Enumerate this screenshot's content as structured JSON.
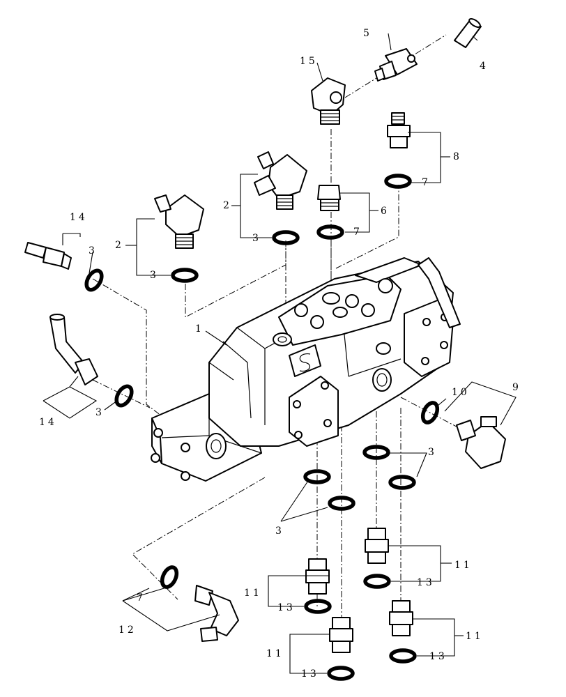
{
  "callouts": [
    {
      "id": "lbl-1",
      "text": "1"
    },
    {
      "id": "lbl-2a",
      "text": "2"
    },
    {
      "id": "lbl-2b",
      "text": "2"
    },
    {
      "id": "lbl-3a",
      "text": "3"
    },
    {
      "id": "lbl-3b",
      "text": "3"
    },
    {
      "id": "lbl-3c",
      "text": "3"
    },
    {
      "id": "lbl-3d",
      "text": "3"
    },
    {
      "id": "lbl-3e",
      "text": "3"
    },
    {
      "id": "lbl-3f",
      "text": "3"
    },
    {
      "id": "lbl-4",
      "text": "4"
    },
    {
      "id": "lbl-5",
      "text": "5"
    },
    {
      "id": "lbl-6",
      "text": "6"
    },
    {
      "id": "lbl-7a",
      "text": "7"
    },
    {
      "id": "lbl-7b",
      "text": "7"
    },
    {
      "id": "lbl-7c",
      "text": "7"
    },
    {
      "id": "lbl-8",
      "text": "8"
    },
    {
      "id": "lbl-9",
      "text": "9"
    },
    {
      "id": "lbl-10",
      "text": "10"
    },
    {
      "id": "lbl-11a",
      "text": "11"
    },
    {
      "id": "lbl-11b",
      "text": "11"
    },
    {
      "id": "lbl-11c",
      "text": "11"
    },
    {
      "id": "lbl-11d",
      "text": "11"
    },
    {
      "id": "lbl-12",
      "text": "12"
    },
    {
      "id": "lbl-13a",
      "text": "13"
    },
    {
      "id": "lbl-13b",
      "text": "13"
    },
    {
      "id": "lbl-13c",
      "text": "13"
    },
    {
      "id": "lbl-13d",
      "text": "13"
    },
    {
      "id": "lbl-14a",
      "text": "14"
    },
    {
      "id": "lbl-14b",
      "text": "14"
    },
    {
      "id": "lbl-15",
      "text": "15"
    }
  ],
  "colors": {
    "line": "#000000",
    "background": "#ffffff"
  }
}
